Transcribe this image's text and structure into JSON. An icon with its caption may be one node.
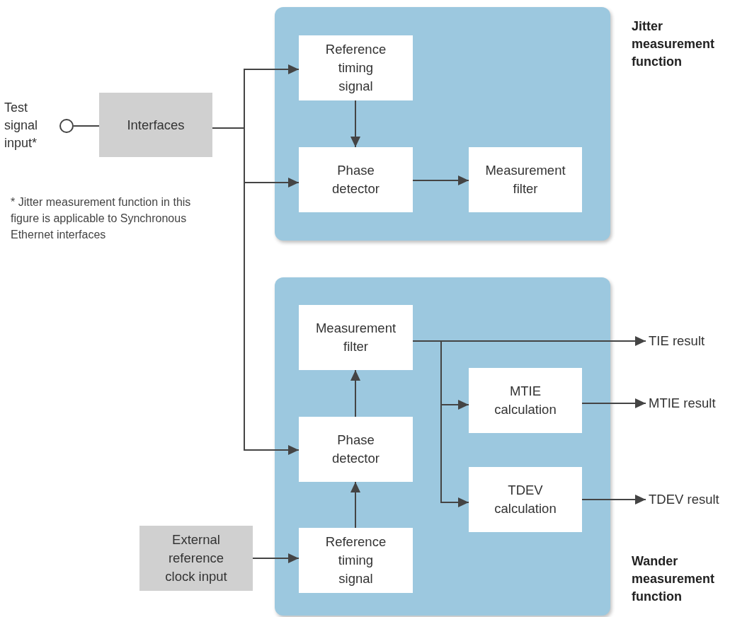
{
  "diagram": {
    "nodes": [
      {
        "text": [
          "Jitter measurement function"
        ]
      },
      {
        "text": [
          "Reference timing signal"
        ],
        "in": 0
      },
      {
        "text": [
          "Phase detector"
        ],
        "in": 0
      },
      {
        "text": [
          "Measurement filter"
        ],
        "in": 0
      },
      {
        "text": [
          "Wander measurement function"
        ]
      },
      {
        "text": [
          "Measurement filter"
        ],
        "in": 4
      },
      {
        "text": [
          "MTIE calculation"
        ],
        "in": 4
      },
      {
        "text": [
          "TDEV calculation"
        ],
        "in": 4
      },
      {
        "text": [
          "Phase detector"
        ],
        "in": 4
      },
      {
        "text": [
          "Reference timing signal"
        ],
        "in": 4
      },
      {
        "text": [
          "Interfaces"
        ]
      },
      {
        "text": [],
        "shape": "circle",
        "beside": [
          "Test signal input*"
        ]
      },
      {
        "text": [
          "External reference clock input"
        ]
      },
      {
        "text": [
          "TIE result"
        ]
      },
      {
        "text": [
          "MTIE result"
        ]
      },
      {
        "text": [
          "TDEV result"
        ]
      }
    ],
    "edges": [
      {
        "from": 11,
        "to": 10,
        "arrow": "none"
      },
      {
        "from": 10,
        "to": 1,
        "arrow": "to"
      },
      {
        "from": 10,
        "to": 2,
        "arrow": "to"
      },
      {
        "from": 10,
        "to": 8,
        "arrow": "to"
      },
      {
        "from": 1,
        "to": 2,
        "arrow": "to"
      },
      {
        "from": 2,
        "to": 3,
        "arrow": "to"
      },
      {
        "from": 5,
        "to": 13,
        "arrow": "to"
      },
      {
        "from": 5,
        "to": 6,
        "arrow": "to"
      },
      {
        "from": 5,
        "to": 7,
        "arrow": "to"
      },
      {
        "from": 6,
        "to": 14,
        "arrow": "to"
      },
      {
        "from": 7,
        "to": 15,
        "arrow": "to"
      },
      {
        "from": 12,
        "to": 9,
        "arrow": "to"
      },
      {
        "from": 9,
        "to": 8,
        "arrow": "to"
      },
      {
        "from": 8,
        "to": 5,
        "arrow": "to"
      }
    ],
    "labels": [
      "* Jitter measurement function in this figure is applicable to Synchronous Ethernet interfaces"
    ]
  }
}
